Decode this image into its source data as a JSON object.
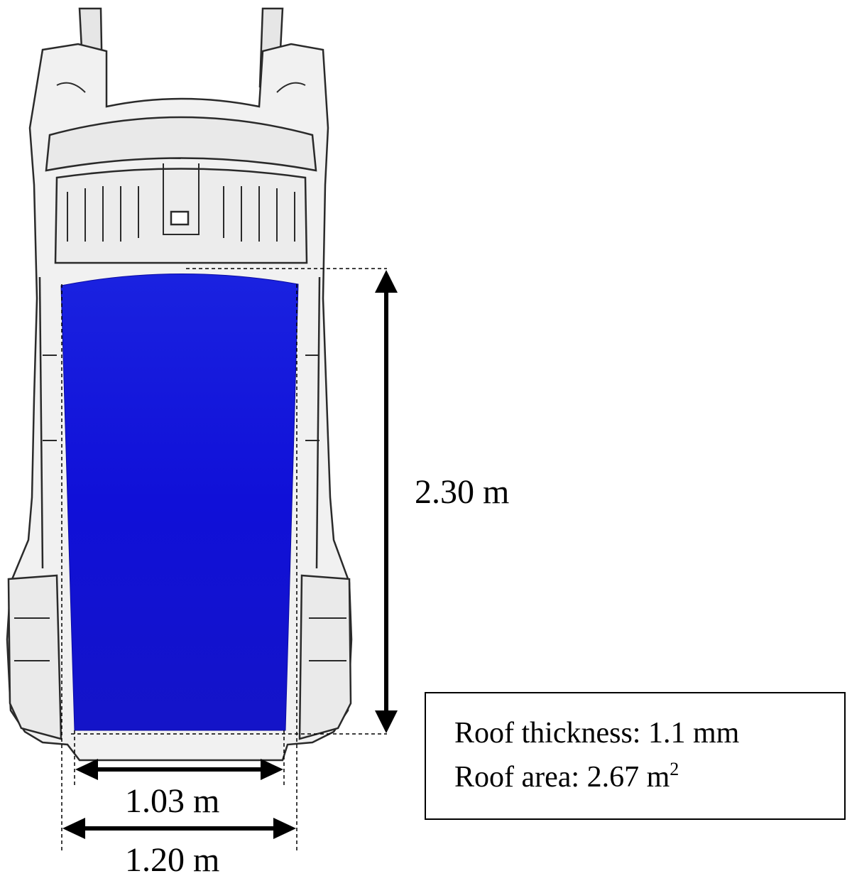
{
  "dimensions": {
    "roof_length": "2.30 m",
    "inner_width": "1.03 m",
    "outer_width": "1.20 m"
  },
  "info_box": {
    "thickness_line": "Roof thickness: 1.1 mm",
    "area_prefix": "Roof area: 2.67 m",
    "area_exponent": "2"
  },
  "colors": {
    "roof_panel": "#1111dd",
    "body_line": "#2a2a2a",
    "body_fill": "#f0f0f0"
  }
}
